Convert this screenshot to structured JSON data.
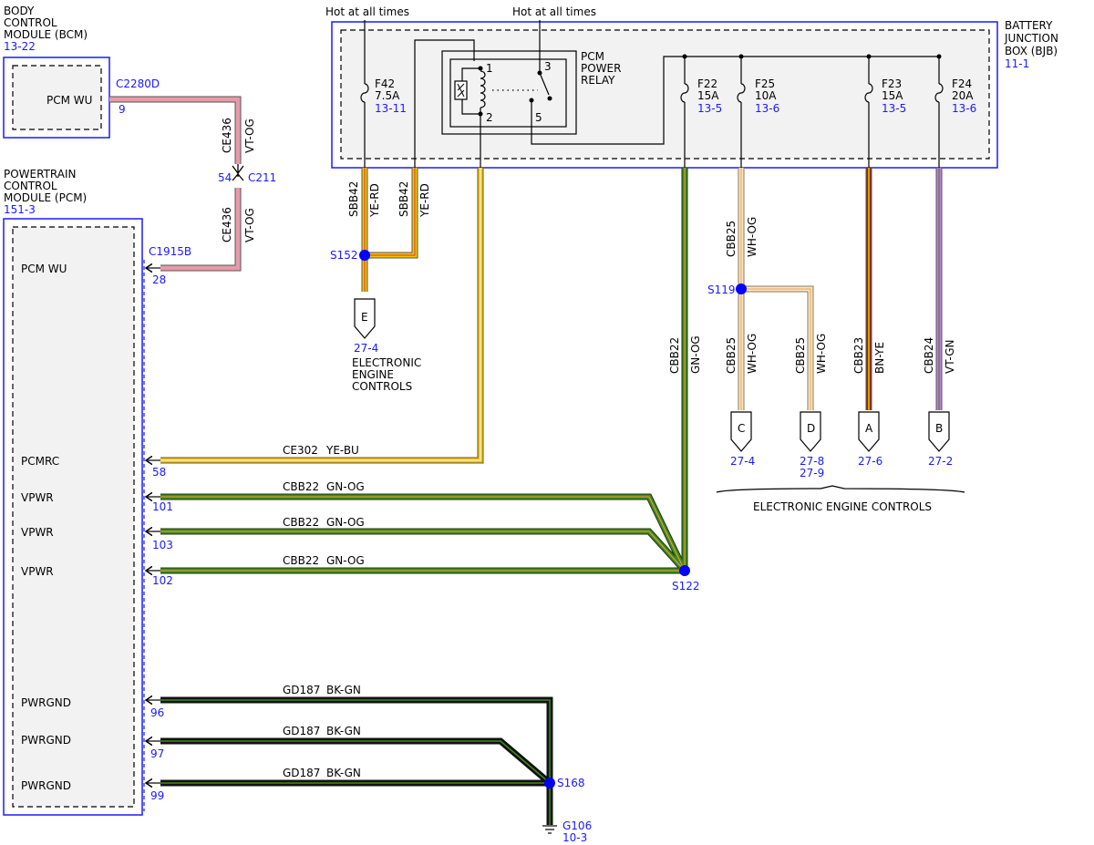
{
  "colors": {
    "ref_blue": "#1a1aff",
    "splice_blue": "#0000ff",
    "wire_pink": "#e89aa8",
    "wire_yellow": "#f2c400",
    "wire_green": "#3f8a1f",
    "wire_black": "#111111",
    "wire_white": "#f5e7c8",
    "wire_brown": "#8b2a12",
    "wire_violet": "#b77fd0",
    "module_fill": "#f2f2f2"
  },
  "bcm": {
    "title_l1": "BODY",
    "title_l2": "CONTROL",
    "title_l3": "MODULE (BCM)",
    "ref": "13-22",
    "pin_label": "PCM WU",
    "connector": "C2280D",
    "pin": "9"
  },
  "pcm": {
    "title_l1": "POWERTRAIN",
    "title_l2": "CONTROL",
    "title_l3": "MODULE (PCM)",
    "ref": "151-3",
    "connector": "C1915B",
    "pins": [
      {
        "label": "PCM WU",
        "pin": "28"
      },
      {
        "label": "PCMRC",
        "pin": "58"
      },
      {
        "label": "VPWR",
        "pin": "101"
      },
      {
        "label": "VPWR",
        "pin": "103"
      },
      {
        "label": "VPWR",
        "pin": "102"
      },
      {
        "label": "PWRGND",
        "pin": "96"
      },
      {
        "label": "PWRGND",
        "pin": "97"
      },
      {
        "label": "PWRGND",
        "pin": "99"
      }
    ]
  },
  "c211": {
    "connector": "C211",
    "pin": "54",
    "circuit": "CE436",
    "color": "VT-OG"
  },
  "bjb": {
    "title_l1": "BATTERY",
    "title_l2": "JUNCTION",
    "title_l3": "BOX (BJB)",
    "ref": "11-1",
    "hot_label": "Hot at all times",
    "relay": {
      "name_l1": "PCM",
      "name_l2": "POWER",
      "name_l3": "RELAY",
      "pin1": "1",
      "pin2": "2",
      "pin3": "3",
      "pin5": "5"
    },
    "fuses": [
      {
        "name": "F42",
        "rating": "7.5A",
        "ref": "13-11"
      },
      {
        "name": "F22",
        "rating": "15A",
        "ref": "13-5"
      },
      {
        "name": "F25",
        "rating": "10A",
        "ref": "13-6"
      },
      {
        "name": "F23",
        "rating": "15A",
        "ref": "13-5"
      },
      {
        "name": "F24",
        "rating": "20A",
        "ref": "13-6"
      }
    ]
  },
  "wires": {
    "sbb42": {
      "circuit": "SBB42",
      "color": "YE-RD"
    },
    "ce302": {
      "circuit": "CE302",
      "color": "YE-BU"
    },
    "cbb22": {
      "circuit": "CBB22",
      "color": "GN-OG"
    },
    "cbb25": {
      "circuit": "CBB25",
      "color": "WH-OG"
    },
    "cbb23": {
      "circuit": "CBB23",
      "color": "BN-YE"
    },
    "cbb24": {
      "circuit": "CBB24",
      "color": "VT-GN"
    },
    "gd187": {
      "circuit": "GD187",
      "color": "BK-GN"
    }
  },
  "splices": {
    "s152": "S152",
    "s119": "S119",
    "s122": "S122",
    "s168": "S168"
  },
  "ground": {
    "name": "G106",
    "ref": "10-3"
  },
  "connectors": [
    {
      "letter": "E",
      "ref": "27-4"
    },
    {
      "letter": "C",
      "ref": "27-4"
    },
    {
      "letter": "D",
      "ref": "27-8",
      "ref2": "27-9"
    },
    {
      "letter": "A",
      "ref": "27-6"
    },
    {
      "letter": "B",
      "ref": "27-2"
    }
  ],
  "eec_left": {
    "l1": "ELECTRONIC",
    "l2": "ENGINE",
    "l3": "CONTROLS"
  },
  "eec_right": "ELECTRONIC ENGINE CONTROLS"
}
